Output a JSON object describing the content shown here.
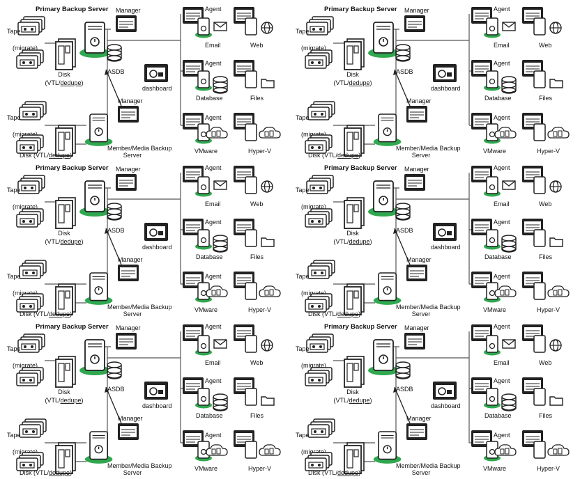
{
  "panels": [
    {
      "id": 1
    },
    {
      "id": 2
    },
    {
      "id": 3
    },
    {
      "id": 4
    },
    {
      "id": 5
    },
    {
      "id": 6
    }
  ],
  "labels": {
    "primary_backup_server": "Primary Backup Server",
    "manager": "Manager",
    "agent": "Agent",
    "email": "Email",
    "web": "Web",
    "database": "Database",
    "files": "Files",
    "vmware": "VMware",
    "hyper_v": "Hyper-V",
    "asdb": "ASDB",
    "dashboard": "dashboard",
    "tape": "Tape",
    "migrate": "(migrate)",
    "disk": "Disk",
    "vtl_open": "(VTL/",
    "dedupe": "dedupe",
    "close_paren": ")",
    "disk_vtl": "Disk (VTL/",
    "member_media": "Member/Media Backup",
    "server": "Server"
  },
  "colors": {
    "green": "#2fa84f",
    "line": "#555555",
    "device": "#222222",
    "screen": "#ffffff"
  },
  "icons": [
    "tape-icon",
    "disk-icon",
    "server-icon",
    "database-icon",
    "monitor-icon",
    "dashboard-icon",
    "email-icon",
    "globe-icon",
    "folder-icon",
    "cloud-icon"
  ]
}
